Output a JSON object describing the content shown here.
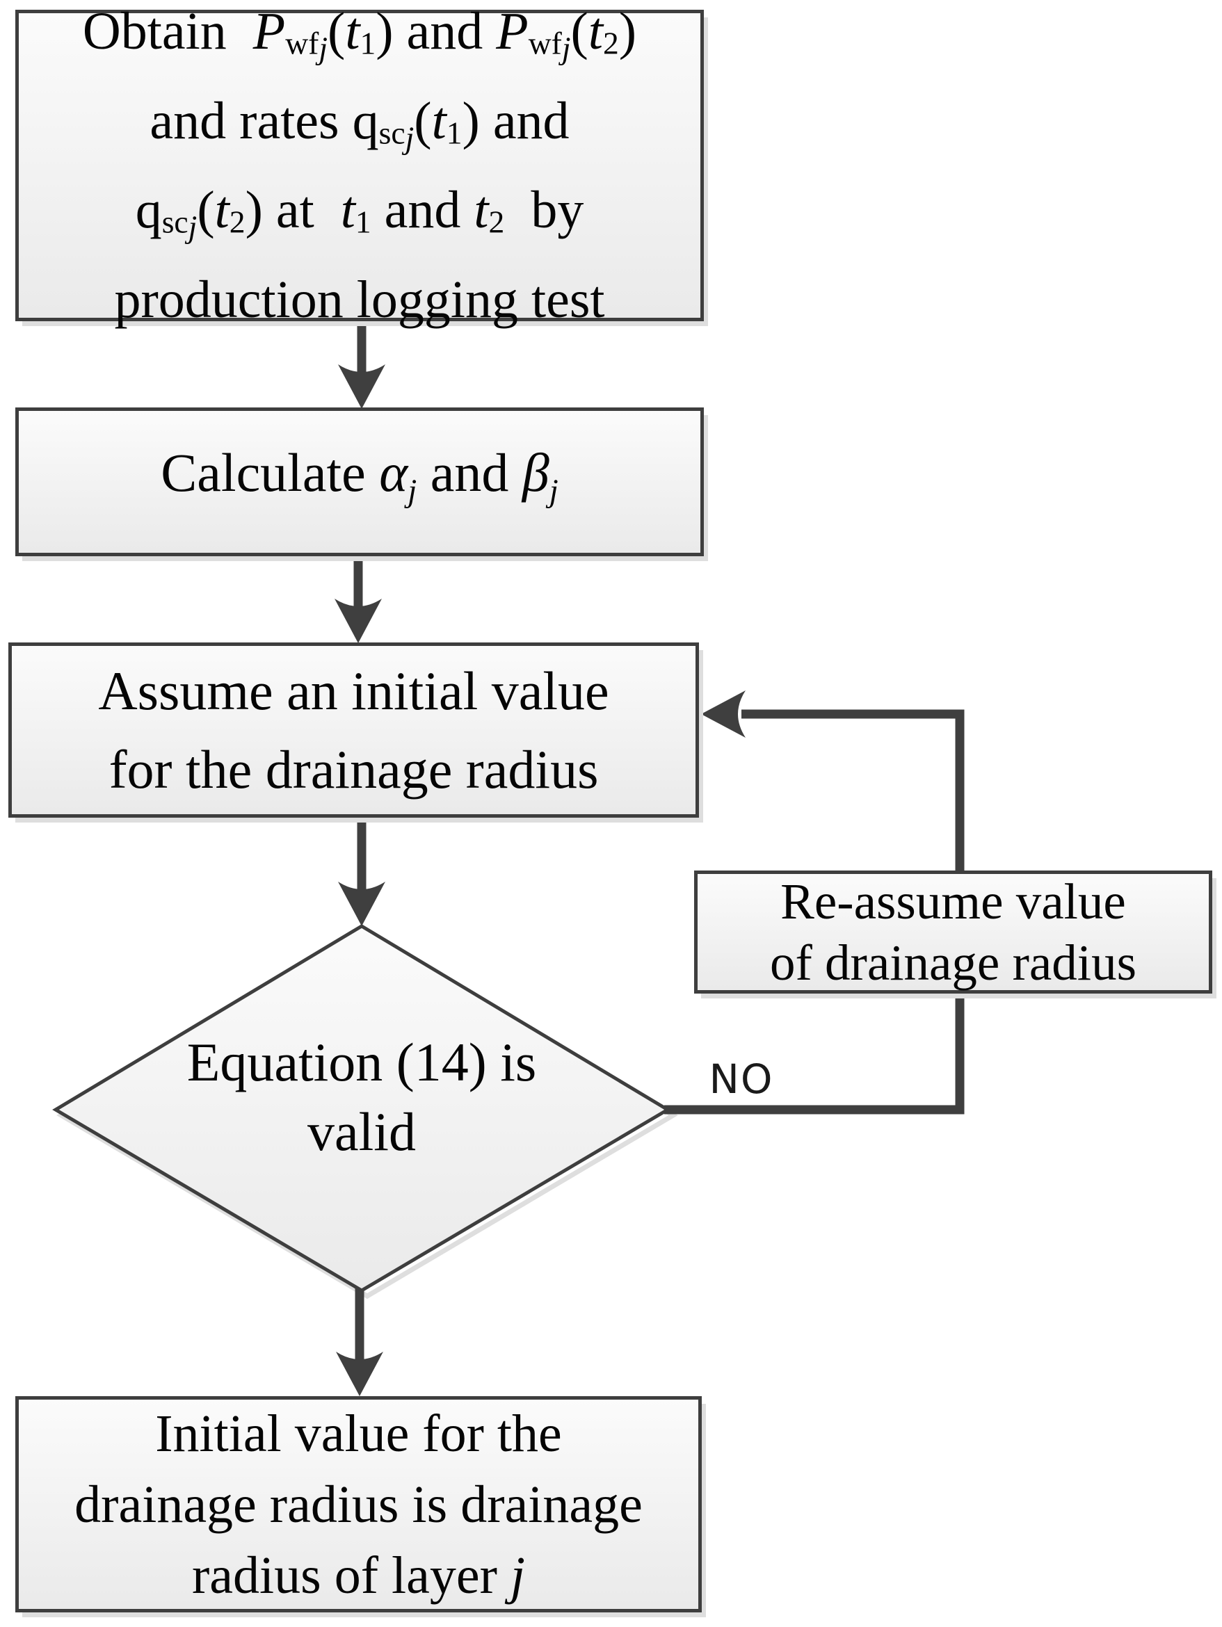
{
  "colors": {
    "line": "#3f3f3f",
    "box_border": "#3e3e3e",
    "box_fill_top": "#fbfbfb",
    "box_fill_bottom": "#eaeaea",
    "text": "#050505",
    "shadow": "#dedede",
    "background": "#ffffff",
    "no_label": "#1a1a1a"
  },
  "nodes": {
    "obtain": {
      "lines": [
        [
          {
            "t": "Obtain  "
          },
          {
            "t": "P",
            "s": "i"
          },
          {
            "t": "wf",
            "s": "sub"
          },
          {
            "t": "j",
            "s": "isub"
          },
          {
            "t": "("
          },
          {
            "t": "t",
            "s": "i"
          },
          {
            "t": "1",
            "s": "sub"
          },
          {
            "t": ") and "
          },
          {
            "t": "P",
            "s": "i"
          },
          {
            "t": "wf",
            "s": "sub"
          },
          {
            "t": "j",
            "s": "isub"
          },
          {
            "t": "("
          },
          {
            "t": "t",
            "s": "i"
          },
          {
            "t": "2",
            "s": "sub"
          },
          {
            "t": ")"
          }
        ],
        [
          {
            "t": "and rates q"
          },
          {
            "t": "sc",
            "s": "sub"
          },
          {
            "t": "j",
            "s": "isub"
          },
          {
            "t": "("
          },
          {
            "t": "t",
            "s": "i"
          },
          {
            "t": "1",
            "s": "sub"
          },
          {
            "t": ") and"
          }
        ],
        [
          {
            "t": "q"
          },
          {
            "t": "sc",
            "s": "sub"
          },
          {
            "t": "j",
            "s": "isub"
          },
          {
            "t": "("
          },
          {
            "t": "t",
            "s": "i"
          },
          {
            "t": "2",
            "s": "sub"
          },
          {
            "t": ") at  "
          },
          {
            "t": "t",
            "s": "i"
          },
          {
            "t": "1",
            "s": "sub"
          },
          {
            "t": " and "
          },
          {
            "t": "t",
            "s": "i"
          },
          {
            "t": "2",
            "s": "sub"
          },
          {
            "t": "  by"
          }
        ],
        [
          {
            "t": "production logging test"
          }
        ]
      ]
    },
    "calculate": {
      "lines": [
        [
          {
            "t": "Calculate "
          },
          {
            "t": "α",
            "s": "i"
          },
          {
            "t": "j",
            "s": "isub"
          },
          {
            "t": " and "
          },
          {
            "t": "β",
            "s": "i"
          },
          {
            "t": "j",
            "s": "isub"
          }
        ]
      ]
    },
    "assume": {
      "lines": [
        [
          {
            "t": "Assume an initial value"
          }
        ],
        [
          {
            "t": "for the drainage radius"
          }
        ]
      ]
    },
    "decision": {
      "lines": [
        [
          {
            "t": "Equation (14) is"
          }
        ],
        [
          {
            "t": "valid"
          }
        ]
      ]
    },
    "reassume": {
      "lines": [
        [
          {
            "t": "Re-assume value"
          }
        ],
        [
          {
            "t": "of drainage radius"
          }
        ]
      ]
    },
    "final": {
      "lines": [
        [
          {
            "t": "Initial value for the"
          }
        ],
        [
          {
            "t": "drainage radius is drainage"
          }
        ],
        [
          {
            "t": "radius of layer "
          },
          {
            "t": "j",
            "s": "i"
          }
        ]
      ]
    }
  },
  "labels": {
    "no": "NO"
  }
}
